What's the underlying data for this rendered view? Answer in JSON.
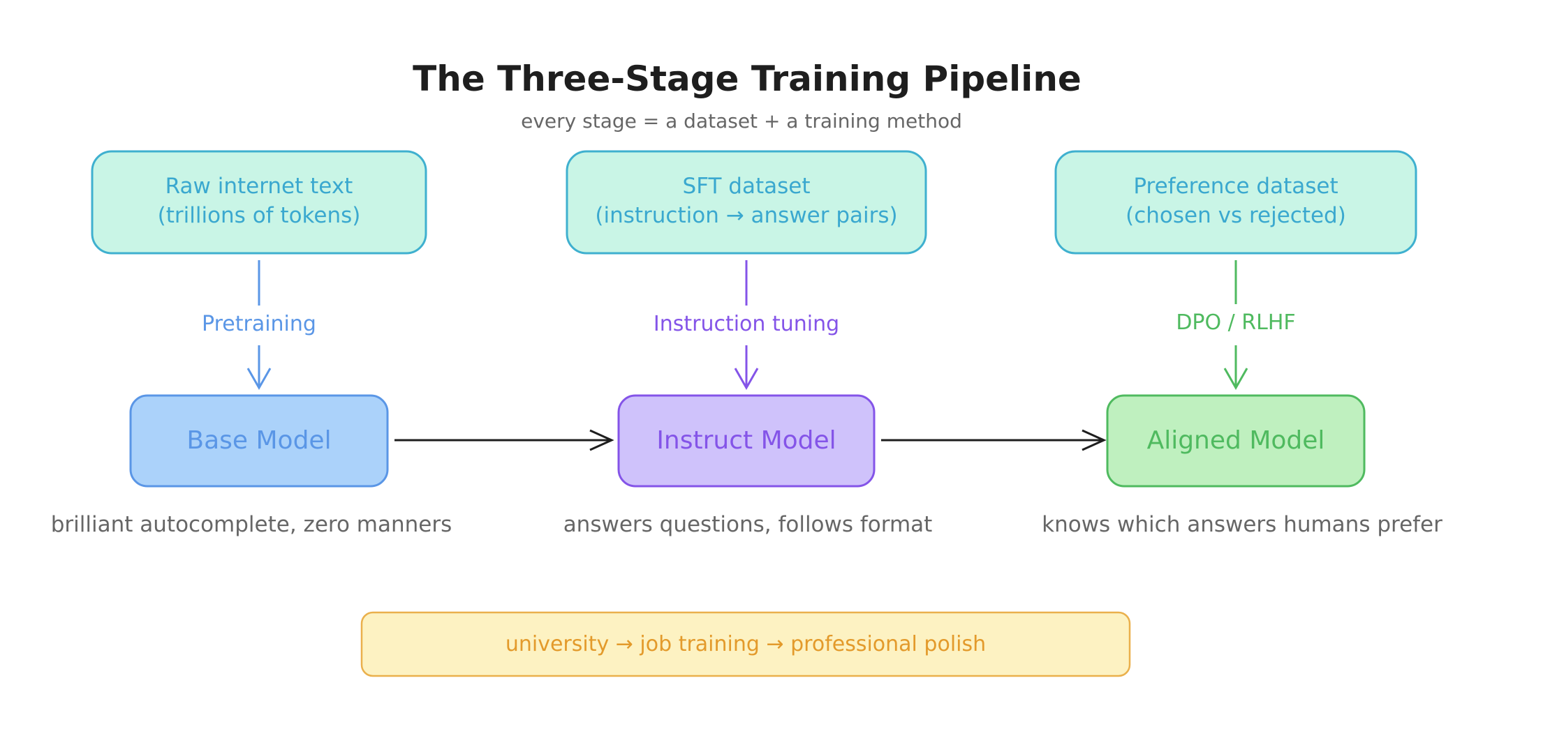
{
  "title": "The Three-Stage Training Pipeline",
  "subtitle": "every stage = a dataset + a training method",
  "datasets": [
    {
      "line1": "Raw internet text",
      "line2": "(trillions of tokens)"
    },
    {
      "line1": "SFT dataset",
      "line2": "(instruction → answer pairs)"
    },
    {
      "line1": "Preference dataset",
      "line2": "(chosen vs rejected)"
    }
  ],
  "methods": [
    "Pretraining",
    "Instruction tuning",
    "DPO / RLHF"
  ],
  "models": [
    "Base Model",
    "Instruct Model",
    "Aligned Model"
  ],
  "descriptions": [
    "brilliant autocomplete, zero manners",
    "answers questions, follows format",
    "knows which answers humans prefer"
  ],
  "analogy": "university → job training → professional polish",
  "colors": {
    "dataset_fill": "#c9f5e6",
    "dataset_stroke": "#3fb0cf",
    "dataset_text": "#3aa8cf",
    "blue": "#5a96e6",
    "blue_fill": "#abd2fa",
    "purple": "#8454e8",
    "purple_fill": "#cfc2fb",
    "green": "#4fba5f",
    "green_fill": "#bff0bf",
    "orange_text": "#e39a2b",
    "orange_stroke": "#eab04c",
    "orange_fill": "#fdf2c2",
    "caption": "#666666",
    "dark": "#1e1e1e"
  }
}
